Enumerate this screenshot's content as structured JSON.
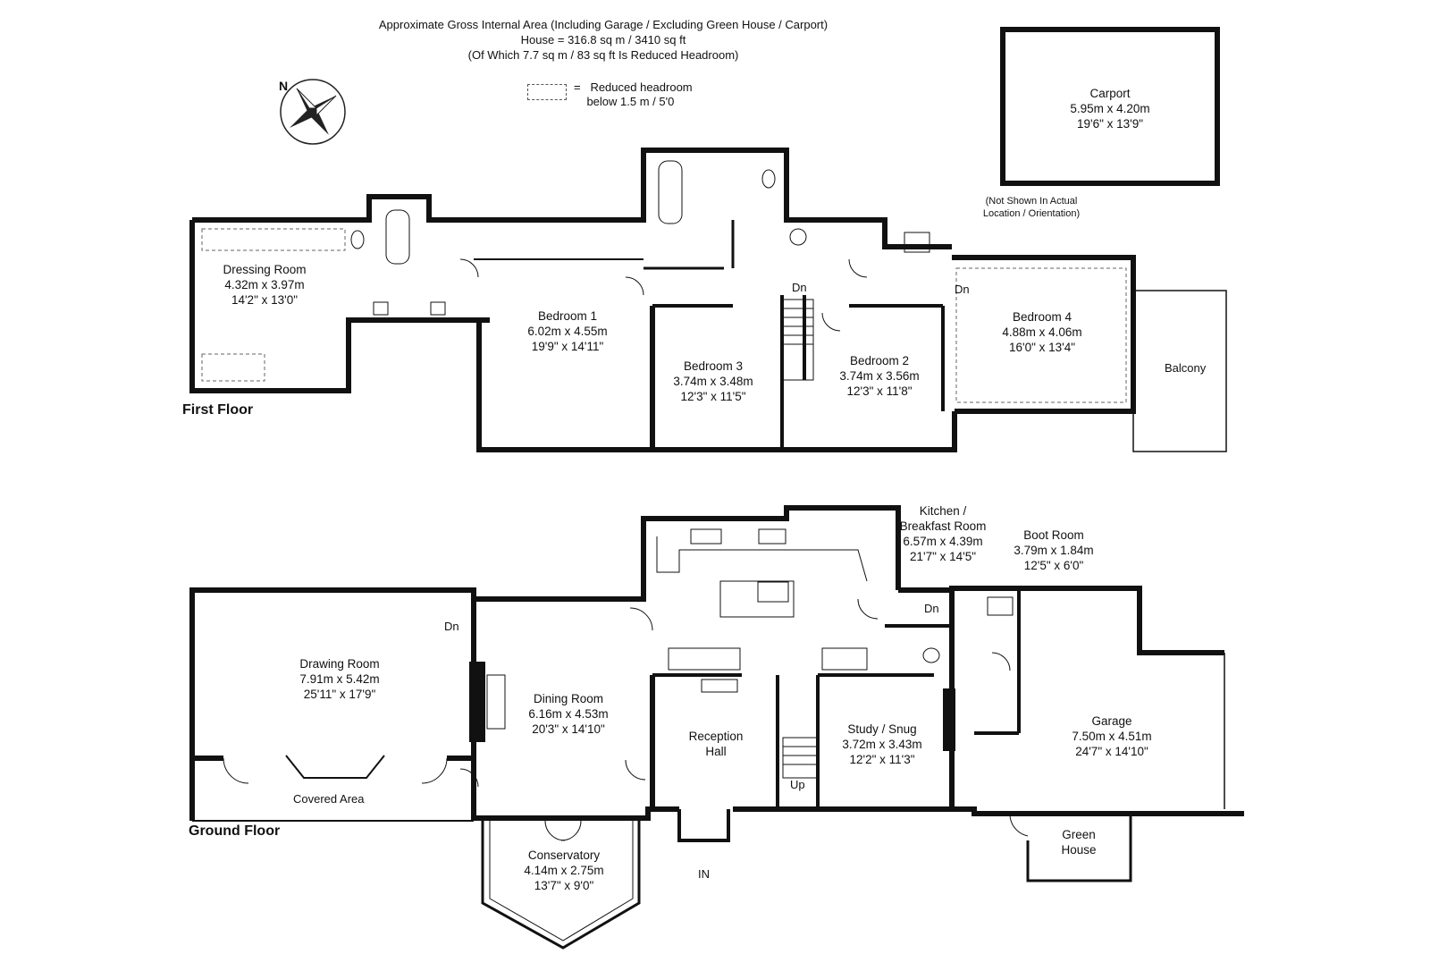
{
  "header": {
    "line1": "Approximate Gross Internal Area (Including Garage / Excluding Green House / Carport)",
    "line2": "House = 316.8 sq m / 3410 sq ft",
    "line3": "(Of Which 7.7 sq m / 83 sq ft Is Reduced Headroom)"
  },
  "legend": {
    "symbol": "=",
    "line1": "Reduced headroom",
    "line2": "below 1.5 m / 5'0"
  },
  "compass": {
    "label": "N"
  },
  "carport": {
    "name": "Carport",
    "metric": "5.95m x 4.20m",
    "imperial": "19'6\" x 13'9\"",
    "note1": "(Not Shown In Actual",
    "note2": "Location / Orientation)"
  },
  "first_floor": {
    "title": "First Floor",
    "rooms": [
      {
        "name": "Dressing Room",
        "metric": "4.32m x 3.97m",
        "imperial": "14'2\" x 13'0\""
      },
      {
        "name": "Bedroom 1",
        "metric": "6.02m x 4.55m",
        "imperial": "19'9\" x 14'11\""
      },
      {
        "name": "Bedroom 3",
        "metric": "3.74m x 3.48m",
        "imperial": "12'3\" x 11'5\""
      },
      {
        "name": "Bedroom 2",
        "metric": "3.74m x 3.56m",
        "imperial": "12'3\" x 11'8\""
      },
      {
        "name": "Bedroom 4",
        "metric": "4.88m x 4.06m",
        "imperial": "16'0\" x 13'4\""
      }
    ],
    "balcony": "Balcony",
    "dn1": "Dn",
    "dn2": "Dn"
  },
  "ground_floor": {
    "title": "Ground Floor",
    "rooms": [
      {
        "name": "Drawing Room",
        "metric": "7.91m x 5.42m",
        "imperial": "25'11\" x 17'9\""
      },
      {
        "name": "Dining Room",
        "metric": "6.16m x 4.53m",
        "imperial": "20'3\" x 14'10\""
      },
      {
        "name": "Kitchen /",
        "name2": "Breakfast Room",
        "metric": "6.57m x 4.39m",
        "imperial": "21'7\" x 14'5\""
      },
      {
        "name": "Boot Room",
        "metric": "3.79m x 1.84m",
        "imperial": "12'5\" x 6'0\""
      },
      {
        "name": "Study / Snug",
        "metric": "3.72m x 3.43m",
        "imperial": "12'2\" x 11'3\""
      },
      {
        "name": "Garage",
        "metric": "7.50m x 4.51m",
        "imperial": "24'7\" x 14'10\""
      },
      {
        "name": "Conservatory",
        "metric": "4.14m x 2.75m",
        "imperial": "13'7\" x 9'0\""
      }
    ],
    "reception_line1": "Reception",
    "reception_line2": "Hall",
    "covered_area": "Covered Area",
    "green_house_line1": "Green",
    "green_house_line2": "House",
    "entrance": "IN",
    "up": "Up",
    "dn_drawing": "Dn",
    "dn_boot": "Dn"
  }
}
